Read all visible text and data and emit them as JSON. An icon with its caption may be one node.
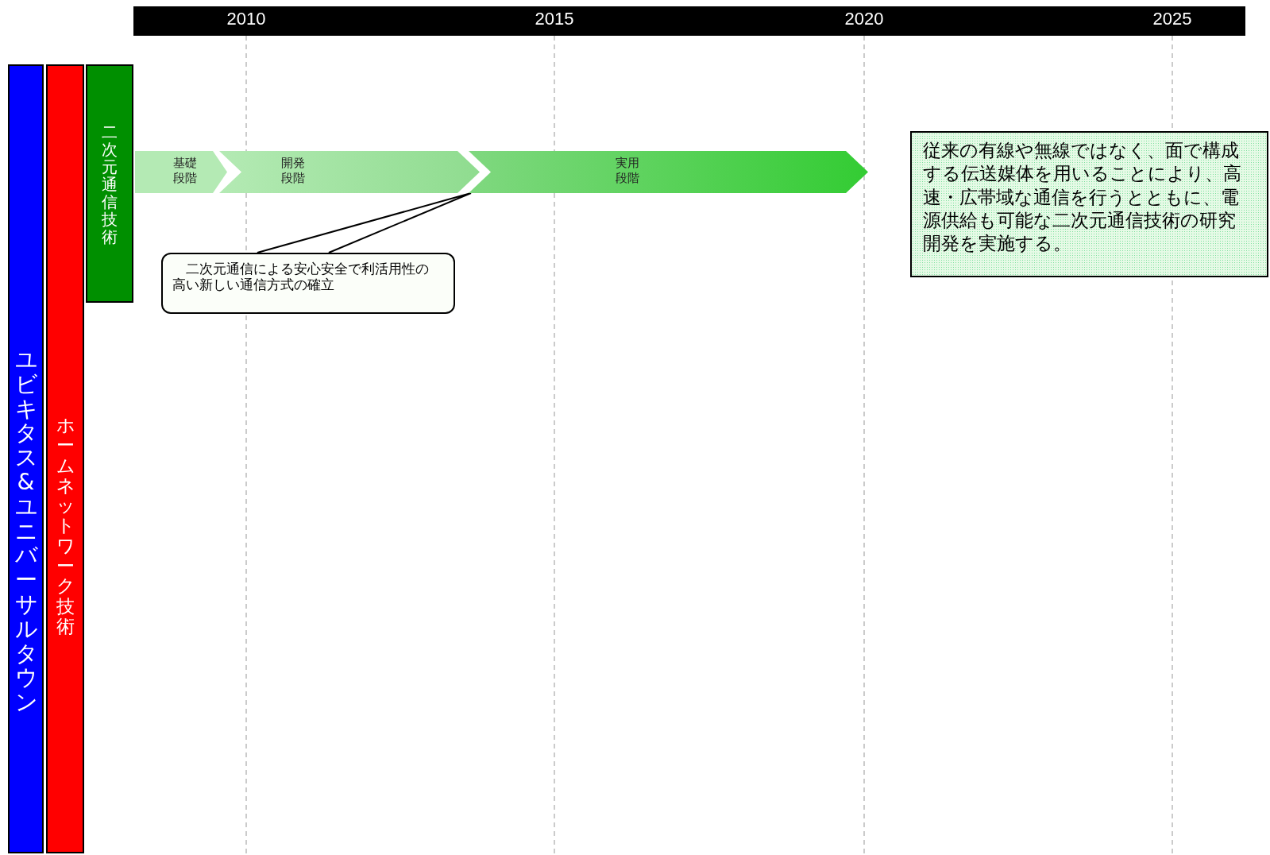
{
  "diagram": {
    "nodes": [
      {
        "text": [
          "ユビキタス&ユニバーサルタウン"
        ]
      },
      {
        "text": [
          "ホームネットワーク技術"
        ]
      },
      {
        "text": [
          "二次元通信技術"
        ]
      },
      {
        "text": [
          "基礎段階"
        ]
      },
      {
        "text": [
          "開発段階"
        ]
      },
      {
        "text": [
          "実用段階"
        ]
      },
      {
        "text": [
          "二次元通信による安心安全で利活用性の高い新しい通信方式の確立"
        ]
      },
      {
        "text": [
          "従来の有線や無線ではなく、面で構成する伝送媒体を用いることにより、高速・広帯域な通信を行うとともに、電源供給も可能な二次元通信技術の研究開発を実施する。"
        ]
      }
    ],
    "edges": [
      {
        "from": 6,
        "to": 5,
        "arrow": "none"
      }
    ],
    "labels": [
      "2010",
      "2015",
      "2020",
      "2025"
    ]
  }
}
